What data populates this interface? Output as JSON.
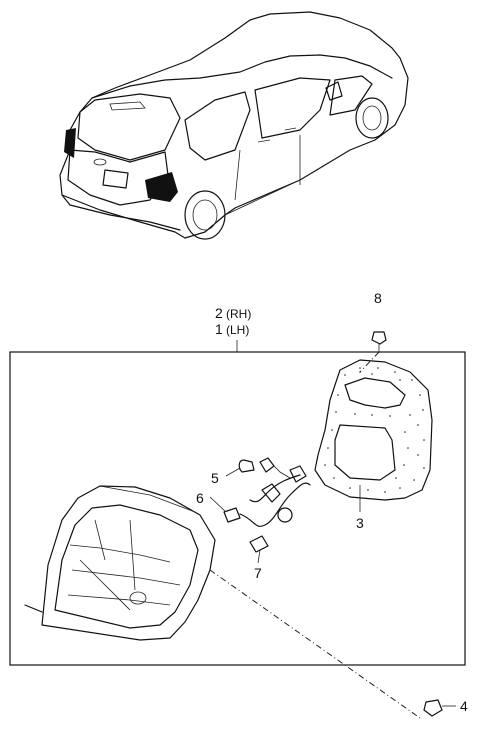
{
  "callouts": {
    "c8": "8",
    "c2": "2",
    "c2_side": "(RH)",
    "c1": "1",
    "c1_side": "(LH)",
    "c5": "5",
    "c6": "6",
    "c7": "7",
    "c3": "3",
    "c4": "4"
  }
}
